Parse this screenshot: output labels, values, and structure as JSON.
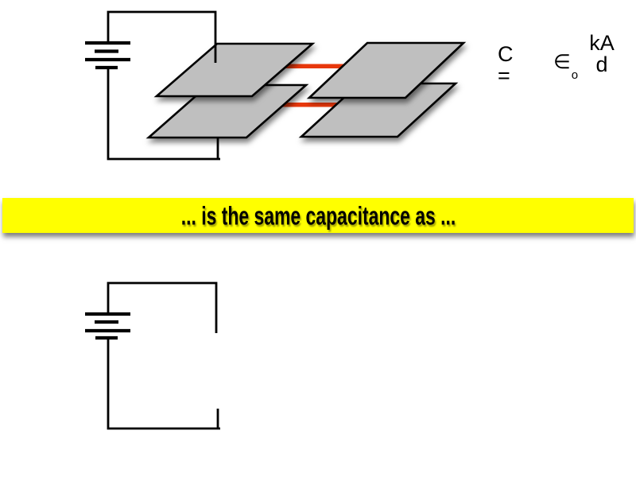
{
  "formula": {
    "lhs": "C =",
    "epsilon": "∈",
    "epsilon_sub": "o",
    "numerator": "kA",
    "denominator": "d"
  },
  "banner": {
    "text": "... is the same capacitance as ..."
  },
  "colors": {
    "slide_bg": "#ffffff",
    "wire": "#000000",
    "plate_fill": "#bfbfbf",
    "plate_stroke": "#000000",
    "red_connector": "#e8380c",
    "banner_yellow": "#ffff00",
    "banner_text": "#000000"
  }
}
